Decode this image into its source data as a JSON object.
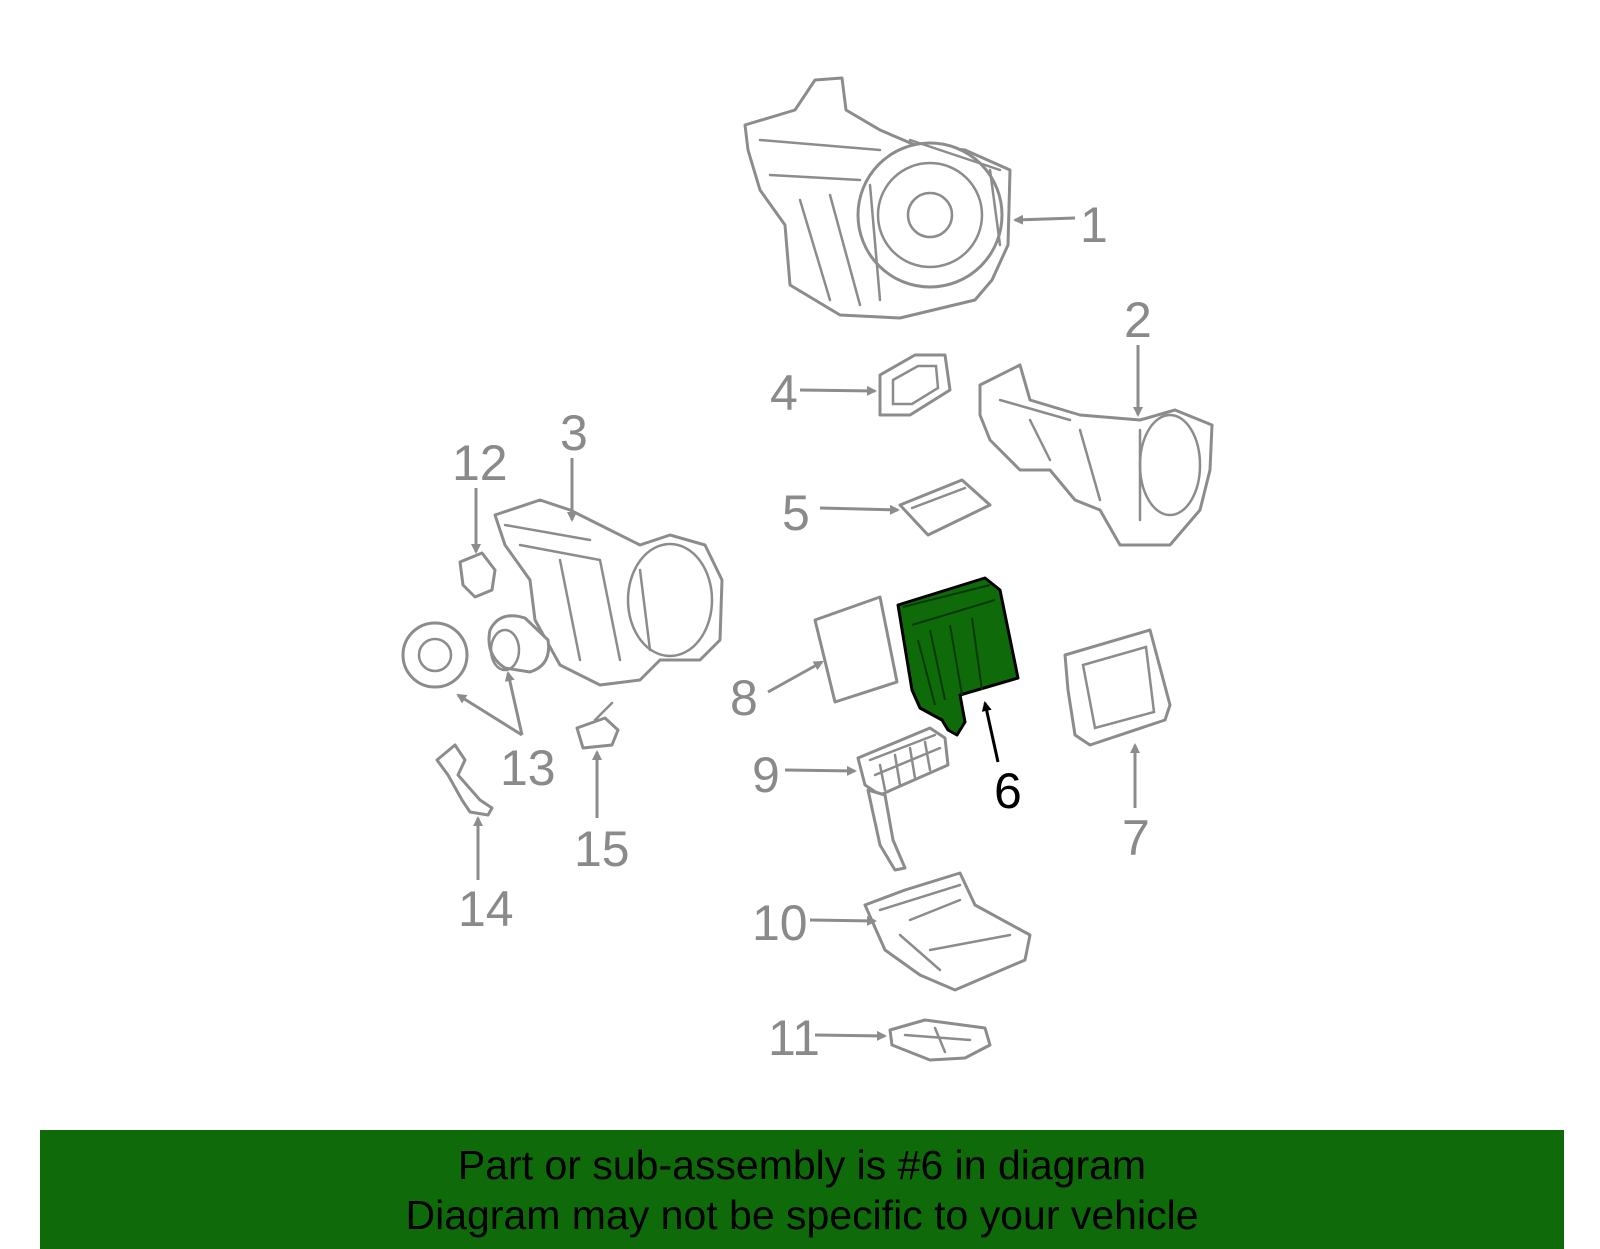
{
  "colors": {
    "highlight_fill": "#0f6a0a",
    "line_gray": "#8c8c8c",
    "banner_bg": "#0f6a0a"
  },
  "highlighted_callout": "6",
  "callouts": {
    "c1": "1",
    "c2": "2",
    "c3": "3",
    "c4": "4",
    "c5": "5",
    "c6": "6",
    "c7": "7",
    "c8": "8",
    "c9": "9",
    "c10": "10",
    "c11": "11",
    "c12": "12",
    "c13": "13",
    "c14": "14",
    "c15": "15"
  },
  "banner": {
    "line1": "Part or sub-assembly is #6 in diagram",
    "line2": "Diagram may not be specific to your vehicle"
  }
}
